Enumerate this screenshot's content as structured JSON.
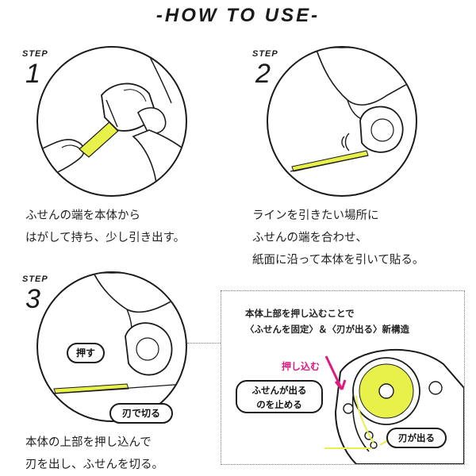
{
  "title": "-HOW TO USE-",
  "steps": [
    {
      "label": "STEP",
      "number": "1",
      "description": "ふせんの端を本体から\nはがして持ち、少し引き出す。"
    },
    {
      "label": "STEP",
      "number": "2",
      "description": "ラインを引きたい場所に\nふせんの端を合わせ、\n紙面に沿って本体を引いて貼る。"
    },
    {
      "label": "STEP",
      "number": "3",
      "description": "本体の上部を押し込んで\n刃を出し、ふせんを切る。"
    }
  ],
  "step3_callouts": {
    "push": "押す",
    "cut": "刃で切る"
  },
  "detail": {
    "heading": "本体上部を押し込むことで\n〈ふせんを固定〉＆〈刃が出る〉新構造",
    "press_in": "押し込む",
    "stop": "ふせんが出る\nのを止める",
    "blade": "刃が出る"
  },
  "colors": {
    "accent_yellow": "#e8f04a",
    "press_pink": "#e0197d",
    "outline": "#1a1a1a"
  }
}
